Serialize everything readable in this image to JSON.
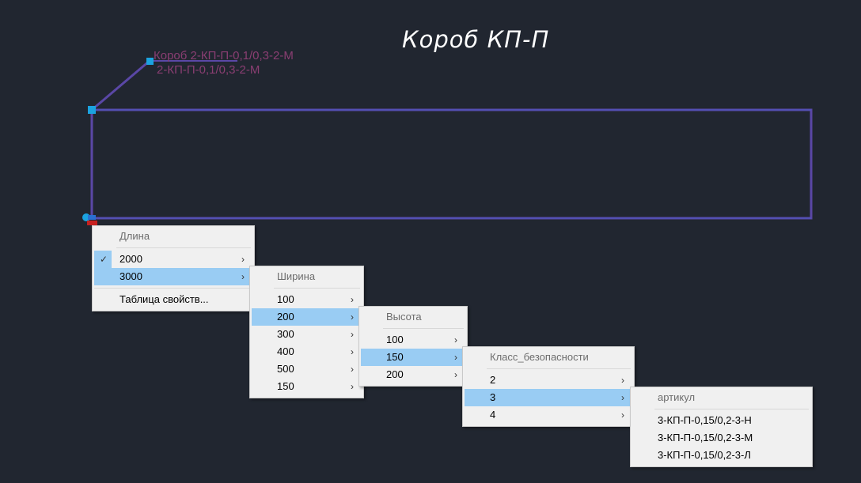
{
  "canvas": {
    "title": "Короб КП-П",
    "label_line1": "Короб 2-КП-П-0,1/0,3-2-М",
    "label_line2": "2-КП-П-0,1/0,3-2-М"
  },
  "colors": {
    "background": "#212630",
    "outline": "#5a47a6",
    "label": "#8a3e72",
    "grip": "#1ba3e0",
    "menu_highlight": "#99ccf3"
  },
  "menus": {
    "length": {
      "header": "Длина",
      "items": [
        {
          "label": "2000",
          "checked": true,
          "submenu": true
        },
        {
          "label": "3000",
          "selected": true,
          "submenu": true
        }
      ],
      "footer": "Таблица свойств..."
    },
    "width": {
      "header": "Ширина",
      "items": [
        {
          "label": "100",
          "submenu": true
        },
        {
          "label": "200",
          "selected": true,
          "submenu": true
        },
        {
          "label": "300",
          "submenu": true
        },
        {
          "label": "400",
          "submenu": true
        },
        {
          "label": "500",
          "submenu": true
        },
        {
          "label": "150",
          "submenu": true
        }
      ]
    },
    "height": {
      "header": "Высота",
      "items": [
        {
          "label": "100",
          "submenu": true
        },
        {
          "label": "150",
          "selected": true,
          "submenu": true
        },
        {
          "label": "200",
          "submenu": true
        }
      ]
    },
    "safety_class": {
      "header": "Класс_безопасности",
      "items": [
        {
          "label": "2",
          "submenu": true
        },
        {
          "label": "3",
          "selected": true,
          "submenu": true
        },
        {
          "label": "4",
          "submenu": true
        }
      ]
    },
    "article": {
      "header": "артикул",
      "items": [
        {
          "label": "3-КП-П-0,15/0,2-3-Н"
        },
        {
          "label": "3-КП-П-0,15/0,2-3-М"
        },
        {
          "label": "3-КП-П-0,15/0,2-3-Л"
        }
      ]
    }
  },
  "icons": {
    "arrow": "chevron-right-icon",
    "check": "check-icon"
  }
}
